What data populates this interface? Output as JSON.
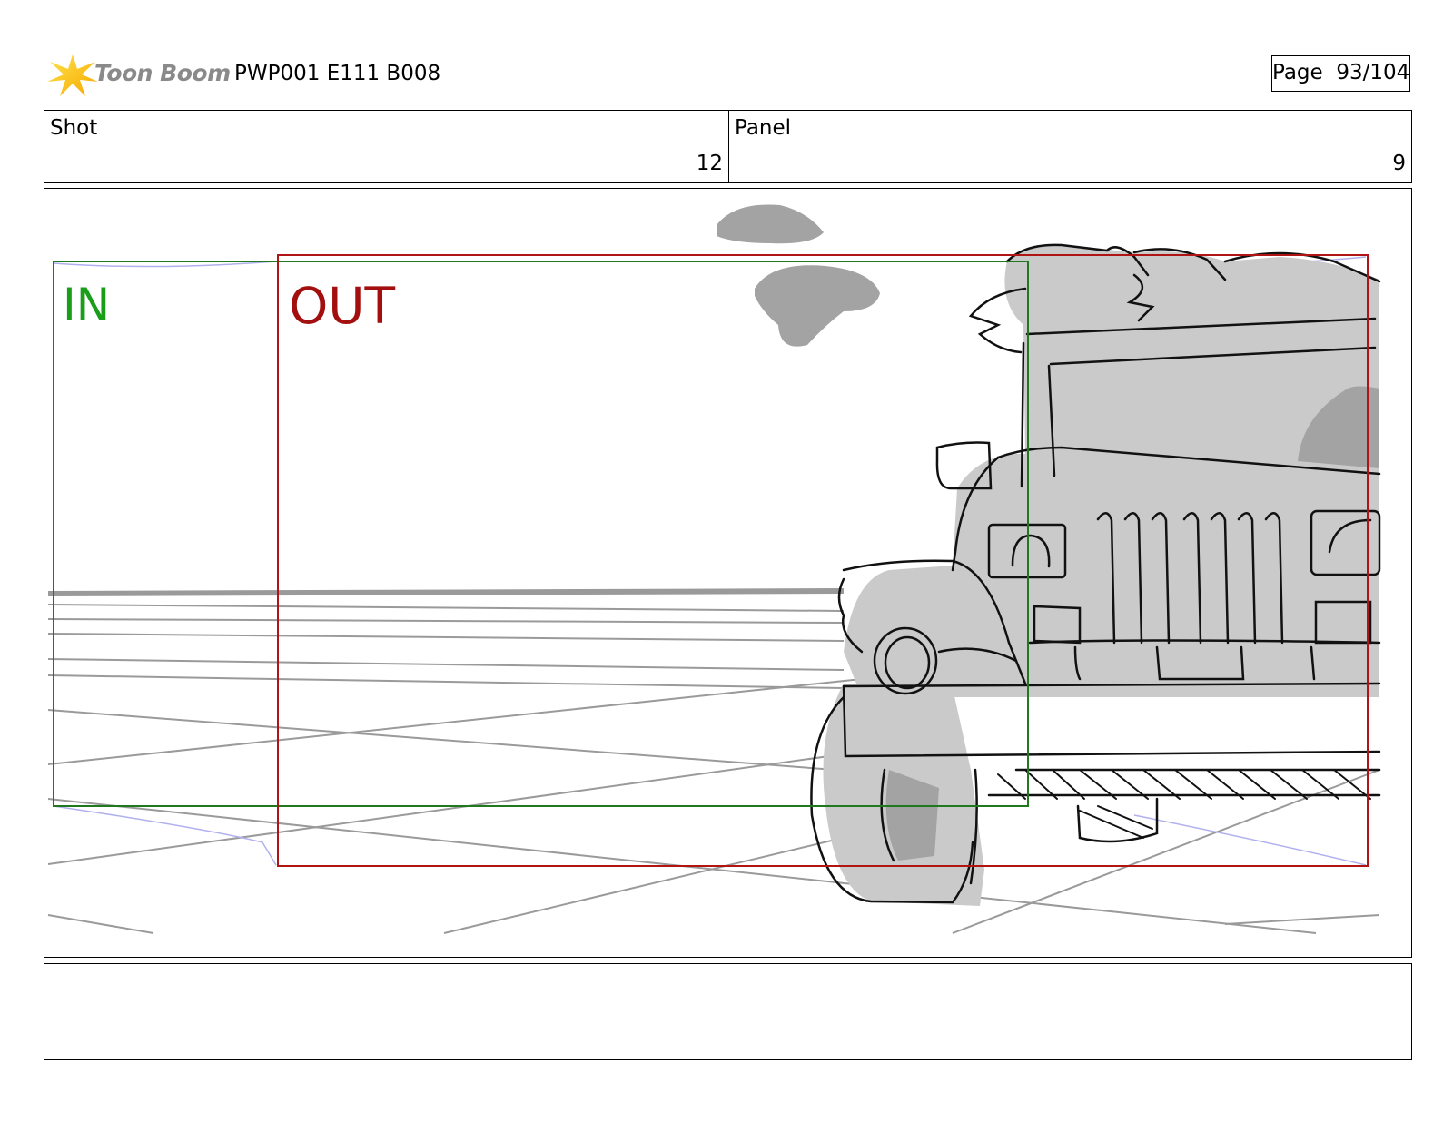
{
  "header": {
    "brand": "Toon Boom",
    "project_code": "PWP001 E111 B008",
    "page_label": "Page",
    "page_number": "93/104"
  },
  "info": {
    "shot_label": "Shot",
    "shot_value": "12",
    "panel_label": "Panel",
    "panel_value": "9"
  },
  "frame": {
    "in_label": "IN",
    "out_label": "OUT",
    "in_color": "#1a9e1a",
    "out_color": "#a30f0f"
  },
  "caption": {
    "text": ""
  }
}
